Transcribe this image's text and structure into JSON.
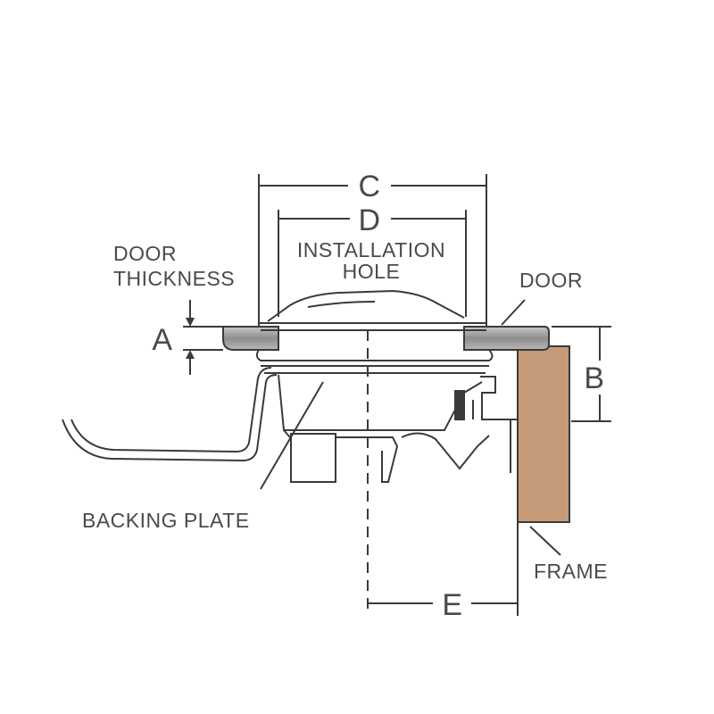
{
  "labels": {
    "dim_a": "A",
    "dim_b": "B",
    "dim_c": "C",
    "dim_d": "D",
    "dim_e": "E",
    "door_thickness_line1": "DOOR",
    "door_thickness_line2": "THICKNESS",
    "installation_hole_line1": "INSTALLATION",
    "installation_hole_line2": "HOLE",
    "door": "DOOR",
    "backing_plate": "BACKING PLATE",
    "frame": "FRAME"
  },
  "colors": {
    "line": "#3a3a3a",
    "frame_fill": "#c49a78",
    "door_fill": "#9a9a9a",
    "text": "#4a4a4a"
  }
}
